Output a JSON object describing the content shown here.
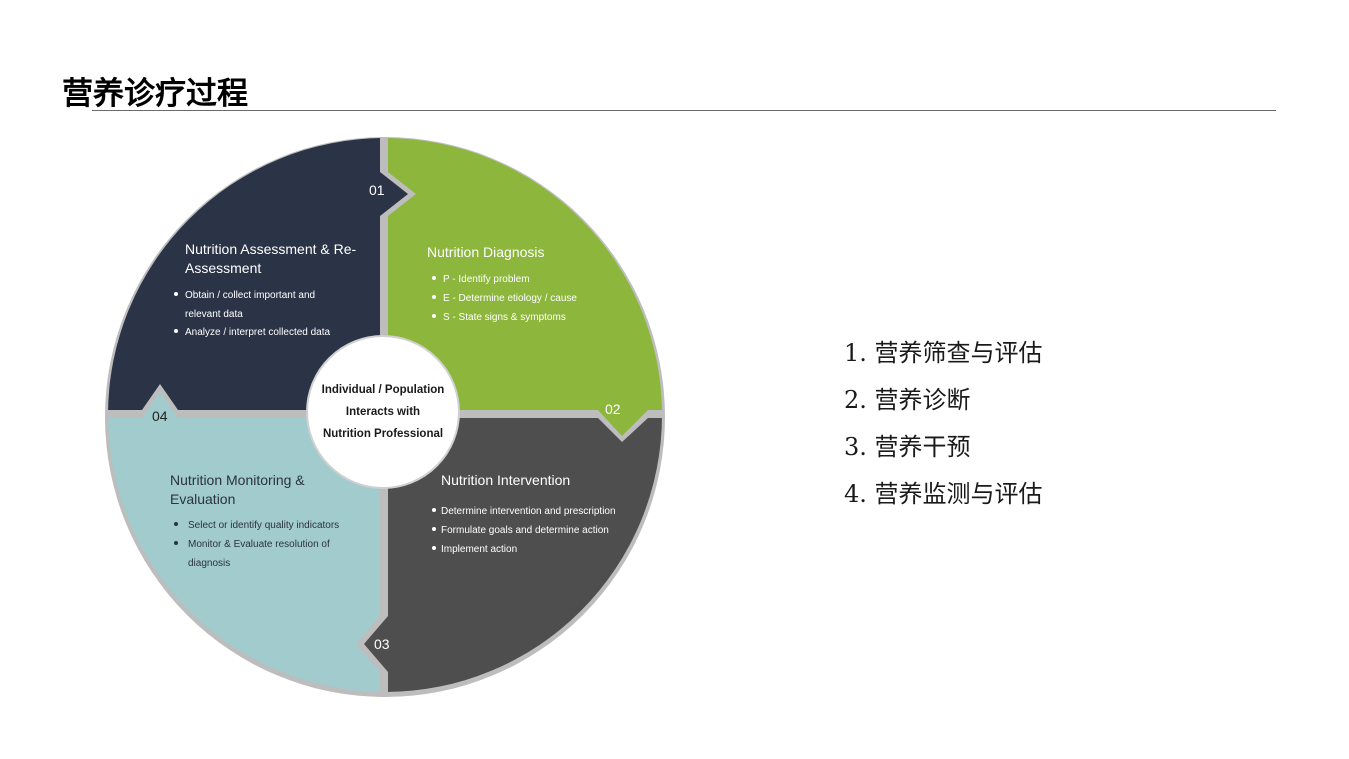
{
  "title": "营养诊疗过程",
  "colors": {
    "assessment": "#2b3446",
    "diagnosis": "#8cb63c",
    "intervention": "#4e4e4e",
    "monitoring": "#a1cbcc",
    "divider": "#f1f1f1",
    "rim": "#b8b8b8"
  },
  "diagram": {
    "center": {
      "lines": [
        "Individual / Population",
        "Interacts with",
        "Nutrition Professional"
      ]
    },
    "quadrants": {
      "assessment": {
        "number": "01",
        "title_lines": [
          "Nutrition Assessment & Re-",
          "Assessment"
        ],
        "bullets": [
          [
            "Obtain / collect important and",
            "relevant data"
          ],
          [
            "Analyze / interpret collected data"
          ]
        ]
      },
      "diagnosis": {
        "number": "02",
        "title_lines": [
          "Nutrition Diagnosis"
        ],
        "bullets": [
          [
            "P - Identify problem"
          ],
          [
            "E - Determine etiology / cause"
          ],
          [
            "S - State signs & symptoms"
          ]
        ]
      },
      "intervention": {
        "number": "03",
        "title_lines": [
          "Nutrition Intervention"
        ],
        "bullets": [
          [
            "Determine intervention and prescription"
          ],
          [
            "Formulate goals and determine action"
          ],
          [
            "Implement action"
          ]
        ]
      },
      "monitoring": {
        "number": "04",
        "title_lines": [
          "Nutrition Monitoring &",
          "Evaluation"
        ],
        "bullets": [
          [
            "Select or identify quality indicators"
          ],
          [
            "Monitor & Evaluate resolution of",
            "diagnosis"
          ]
        ]
      }
    }
  },
  "steps": [
    "1. 营养筛查与评估",
    "2. 营养诊断",
    "3. 营养干预",
    "4. 营养监测与评估"
  ]
}
